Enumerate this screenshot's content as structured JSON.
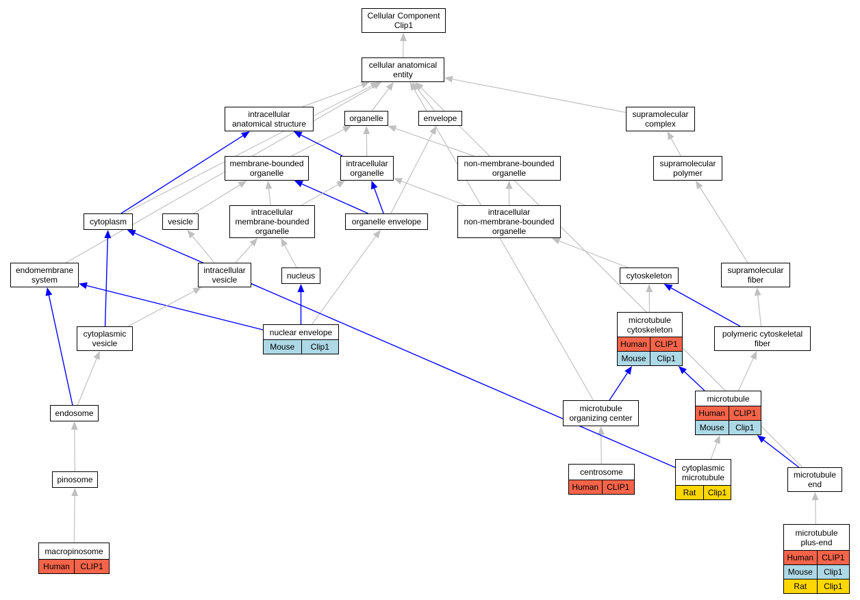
{
  "colors": {
    "grey_edge": "#c0c0c0",
    "blue_edge": "#0000ff",
    "Human": "#f4644a",
    "Mouse": "#add8e6",
    "Rat": "#ffd700"
  },
  "nodes": {
    "root": {
      "lines": [
        "Cellular Component",
        "Clip1"
      ],
      "annotations": []
    },
    "cae": {
      "lines": [
        "cellular anatomical",
        "entity"
      ],
      "annotations": []
    },
    "ias": {
      "lines": [
        "intracellular",
        "anatomical structure"
      ],
      "annotations": []
    },
    "organelle": {
      "lines": [
        "organelle"
      ],
      "annotations": []
    },
    "envelope": {
      "lines": [
        "envelope"
      ],
      "annotations": []
    },
    "smc": {
      "lines": [
        "supramolecular",
        "complex"
      ],
      "annotations": []
    },
    "mbo": {
      "lines": [
        "membrane-bounded",
        "organelle"
      ],
      "annotations": []
    },
    "io": {
      "lines": [
        "intracellular",
        "organelle"
      ],
      "annotations": []
    },
    "nmbo": {
      "lines": [
        "non-membrane-bounded",
        "organelle"
      ],
      "annotations": []
    },
    "smp": {
      "lines": [
        "supramolecular",
        "polymer"
      ],
      "annotations": []
    },
    "cytoplasm": {
      "lines": [
        "cytoplasm"
      ],
      "annotations": []
    },
    "vesicle": {
      "lines": [
        "vesicle"
      ],
      "annotations": []
    },
    "imbo": {
      "lines": [
        "intracellular",
        "membrane-bounded",
        "organelle"
      ],
      "annotations": []
    },
    "oenv": {
      "lines": [
        "organelle envelope"
      ],
      "annotations": []
    },
    "inmbo": {
      "lines": [
        "intracellular",
        "non-membrane-bounded",
        "organelle"
      ],
      "annotations": []
    },
    "endo_sys": {
      "lines": [
        "endomembrane",
        "system"
      ],
      "annotations": []
    },
    "ivesicle": {
      "lines": [
        "intracellular",
        "vesicle"
      ],
      "annotations": []
    },
    "nucleus": {
      "lines": [
        "nucleus"
      ],
      "annotations": []
    },
    "cytoskeleton": {
      "lines": [
        "cytoskeleton"
      ],
      "annotations": []
    },
    "smf": {
      "lines": [
        "supramolecular",
        "fiber"
      ],
      "annotations": []
    },
    "nenv": {
      "lines": [
        "nuclear envelope"
      ],
      "annotations": [
        [
          "Mouse",
          "Clip1"
        ]
      ]
    },
    "cvesicle": {
      "lines": [
        "cytoplasmic",
        "vesicle"
      ],
      "annotations": []
    },
    "mtcsk": {
      "lines": [
        "microtubule",
        "cytoskeleton"
      ],
      "annotations": [
        [
          "Human",
          "CLIP1"
        ],
        [
          "Mouse",
          "Clip1"
        ]
      ]
    },
    "pcf": {
      "lines": [
        "polymeric cytoskeletal",
        "fiber"
      ],
      "annotations": []
    },
    "endosome": {
      "lines": [
        "endosome"
      ],
      "annotations": []
    },
    "mtoc": {
      "lines": [
        "microtubule",
        "organizing center"
      ],
      "annotations": []
    },
    "microtubule": {
      "lines": [
        "microtubule"
      ],
      "annotations": [
        [
          "Human",
          "CLIP1"
        ],
        [
          "Mouse",
          "Clip1"
        ]
      ]
    },
    "pinosome": {
      "lines": [
        "pinosome"
      ],
      "annotations": []
    },
    "centrosome": {
      "lines": [
        "centrosome"
      ],
      "annotations": [
        [
          "Human",
          "CLIP1"
        ]
      ]
    },
    "cmt": {
      "lines": [
        "cytoplasmic",
        "microtubule"
      ],
      "annotations": [
        [
          "Rat",
          "Clip1"
        ]
      ]
    },
    "mtend": {
      "lines": [
        "microtubule",
        "end"
      ],
      "annotations": []
    },
    "macro": {
      "lines": [
        "macropinosome"
      ],
      "annotations": [
        [
          "Human",
          "CLIP1"
        ]
      ]
    },
    "mtplus": {
      "lines": [
        "microtubule",
        "plus-end"
      ],
      "annotations": [
        [
          "Human",
          "CLIP1"
        ],
        [
          "Mouse",
          "Clip1"
        ],
        [
          "Rat",
          "Clip1"
        ]
      ]
    }
  },
  "edges": [
    {
      "from": "cae",
      "to": "root",
      "type": "grey"
    },
    {
      "from": "ias",
      "to": "cae",
      "type": "grey"
    },
    {
      "from": "organelle",
      "to": "cae",
      "type": "grey"
    },
    {
      "from": "envelope",
      "to": "cae",
      "type": "grey"
    },
    {
      "from": "smc",
      "to": "cae",
      "type": "grey"
    },
    {
      "from": "cytoplasm",
      "to": "cae",
      "type": "grey"
    },
    {
      "from": "endo_sys",
      "to": "cae",
      "type": "grey"
    },
    {
      "from": "mtoc",
      "to": "cae",
      "type": "grey"
    },
    {
      "from": "mtend",
      "to": "cae",
      "type": "grey"
    },
    {
      "from": "mbo",
      "to": "organelle",
      "type": "grey"
    },
    {
      "from": "io",
      "to": "organelle",
      "type": "grey"
    },
    {
      "from": "nmbo",
      "to": "organelle",
      "type": "grey"
    },
    {
      "from": "io",
      "to": "ias",
      "type": "blue"
    },
    {
      "from": "oenv",
      "to": "envelope",
      "type": "grey"
    },
    {
      "from": "smp",
      "to": "smc",
      "type": "grey"
    },
    {
      "from": "vesicle",
      "to": "mbo",
      "type": "grey"
    },
    {
      "from": "imbo",
      "to": "mbo",
      "type": "grey"
    },
    {
      "from": "oenv",
      "to": "mbo",
      "type": "blue"
    },
    {
      "from": "imbo",
      "to": "io",
      "type": "grey"
    },
    {
      "from": "oenv",
      "to": "io",
      "type": "blue"
    },
    {
      "from": "inmbo",
      "to": "io",
      "type": "grey"
    },
    {
      "from": "inmbo",
      "to": "nmbo",
      "type": "grey"
    },
    {
      "from": "smf",
      "to": "smp",
      "type": "grey"
    },
    {
      "from": "cytoplasm",
      "to": "ias",
      "type": "blue"
    },
    {
      "from": "ivesicle",
      "to": "vesicle",
      "type": "grey"
    },
    {
      "from": "ivesicle",
      "to": "imbo",
      "type": "grey"
    },
    {
      "from": "nucleus",
      "to": "imbo",
      "type": "grey"
    },
    {
      "from": "cytoskeleton",
      "to": "inmbo",
      "type": "grey"
    },
    {
      "from": "nenv",
      "to": "nucleus",
      "type": "blue"
    },
    {
      "from": "nenv",
      "to": "endo_sys",
      "type": "blue"
    },
    {
      "from": "nenv",
      "to": "oenv",
      "type": "grey"
    },
    {
      "from": "cvesicle",
      "to": "cytoplasm",
      "type": "blue"
    },
    {
      "from": "cvesicle",
      "to": "ivesicle",
      "type": "grey"
    },
    {
      "from": "endosome",
      "to": "endo_sys",
      "type": "blue"
    },
    {
      "from": "endosome",
      "to": "cvesicle",
      "type": "grey"
    },
    {
      "from": "pinosome",
      "to": "endosome",
      "type": "grey"
    },
    {
      "from": "macro",
      "to": "pinosome",
      "type": "grey"
    },
    {
      "from": "mtcsk",
      "to": "cytoskeleton",
      "type": "grey"
    },
    {
      "from": "pcf",
      "to": "cytoskeleton",
      "type": "blue"
    },
    {
      "from": "pcf",
      "to": "smf",
      "type": "grey"
    },
    {
      "from": "mtoc",
      "to": "mtcsk",
      "type": "blue"
    },
    {
      "from": "microtubule",
      "to": "mtcsk",
      "type": "blue"
    },
    {
      "from": "microtubule",
      "to": "pcf",
      "type": "grey"
    },
    {
      "from": "centrosome",
      "to": "mtoc",
      "type": "grey"
    },
    {
      "from": "cmt",
      "to": "microtubule",
      "type": "grey"
    },
    {
      "from": "cmt",
      "to": "cytoplasm",
      "type": "blue"
    },
    {
      "from": "mtend",
      "to": "microtubule",
      "type": "blue"
    },
    {
      "from": "mtplus",
      "to": "mtend",
      "type": "grey"
    }
  ]
}
